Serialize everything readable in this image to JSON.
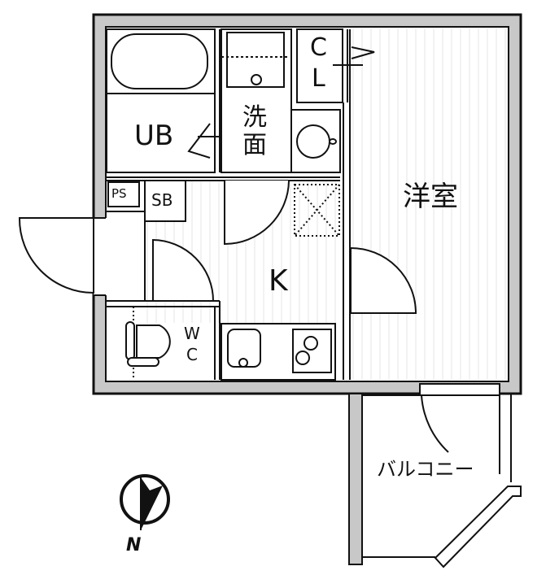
{
  "floorplan": {
    "rooms": {
      "bath": {
        "label": "UB"
      },
      "washroom": {
        "label_line1": "洗",
        "label_line2": "面"
      },
      "closet": {
        "label_line1": "C",
        "label_line2": "L"
      },
      "western_room": {
        "label": "洋室"
      },
      "kitchen": {
        "label": "K"
      },
      "pipe_space": {
        "label": "PS"
      },
      "shoe_box": {
        "label": "SB"
      },
      "toilet": {
        "label_line1": "W",
        "label_line2": "C"
      },
      "balcony": {
        "label": "バルコニー"
      }
    },
    "compass": {
      "label": "N"
    },
    "colors": {
      "wall_fill": "#c8c8c8",
      "line": "#111111",
      "floor_stripe": "#e6e6e6",
      "background": "#ffffff"
    }
  }
}
